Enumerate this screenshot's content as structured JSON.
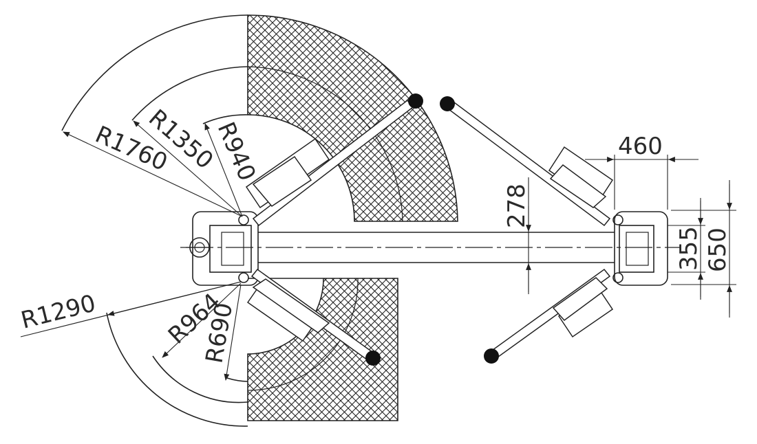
{
  "diagram": {
    "radius_labels": {
      "r1760": "R1760",
      "r1350": "R1350",
      "r940": "R940",
      "r1290": "R1290",
      "r964": "R964",
      "r690": "R690"
    },
    "dimension_labels": {
      "d460": "460",
      "d278": "278",
      "d355": "355",
      "d650": "650"
    },
    "colors": {
      "line": "#222222",
      "hatch": "#222222",
      "background": "#ffffff"
    }
  }
}
